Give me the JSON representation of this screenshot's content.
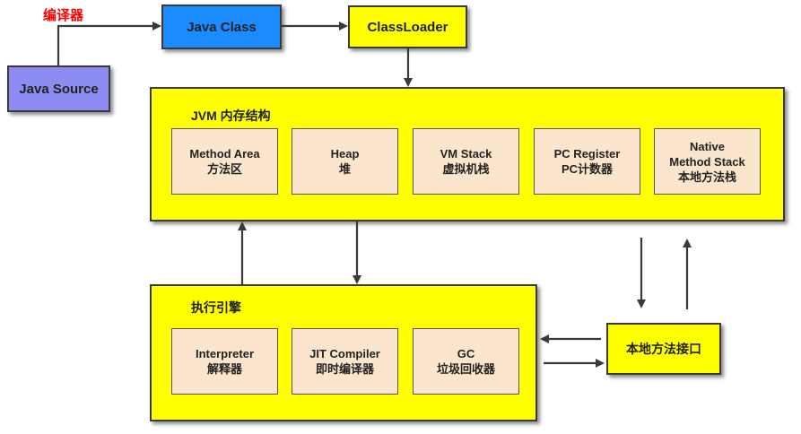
{
  "compiler_label": "编译器",
  "java_source": "Java Source",
  "java_class": "Java Class",
  "class_loader": "ClassLoader",
  "jvm": {
    "title": "JVM 内存结构",
    "areas": [
      {
        "line1": "Method Area",
        "line2": "方法区"
      },
      {
        "line1": "Heap",
        "line2": "堆"
      },
      {
        "line1": "VM Stack",
        "line2": "虚拟机栈"
      },
      {
        "line1": "PC Register",
        "line2": "PC计数器"
      },
      {
        "line1": "Native",
        "line2": "Method Stack",
        "line3": "本地方法栈"
      }
    ]
  },
  "engine": {
    "title": "执行引擎",
    "parts": [
      {
        "line1": "Interpreter",
        "line2": "解释器"
      },
      {
        "line1": "JIT Compiler",
        "line2": "即时编译器"
      },
      {
        "line1": "GC",
        "line2": "垃圾回收器"
      }
    ]
  },
  "native_interface": "本地方法接口",
  "colors": {
    "container": "#ffff00",
    "class_box": "#1a8cff",
    "source_box": "#8c8cf2",
    "area_box": "#fce5cd",
    "label": "#ff0000"
  }
}
